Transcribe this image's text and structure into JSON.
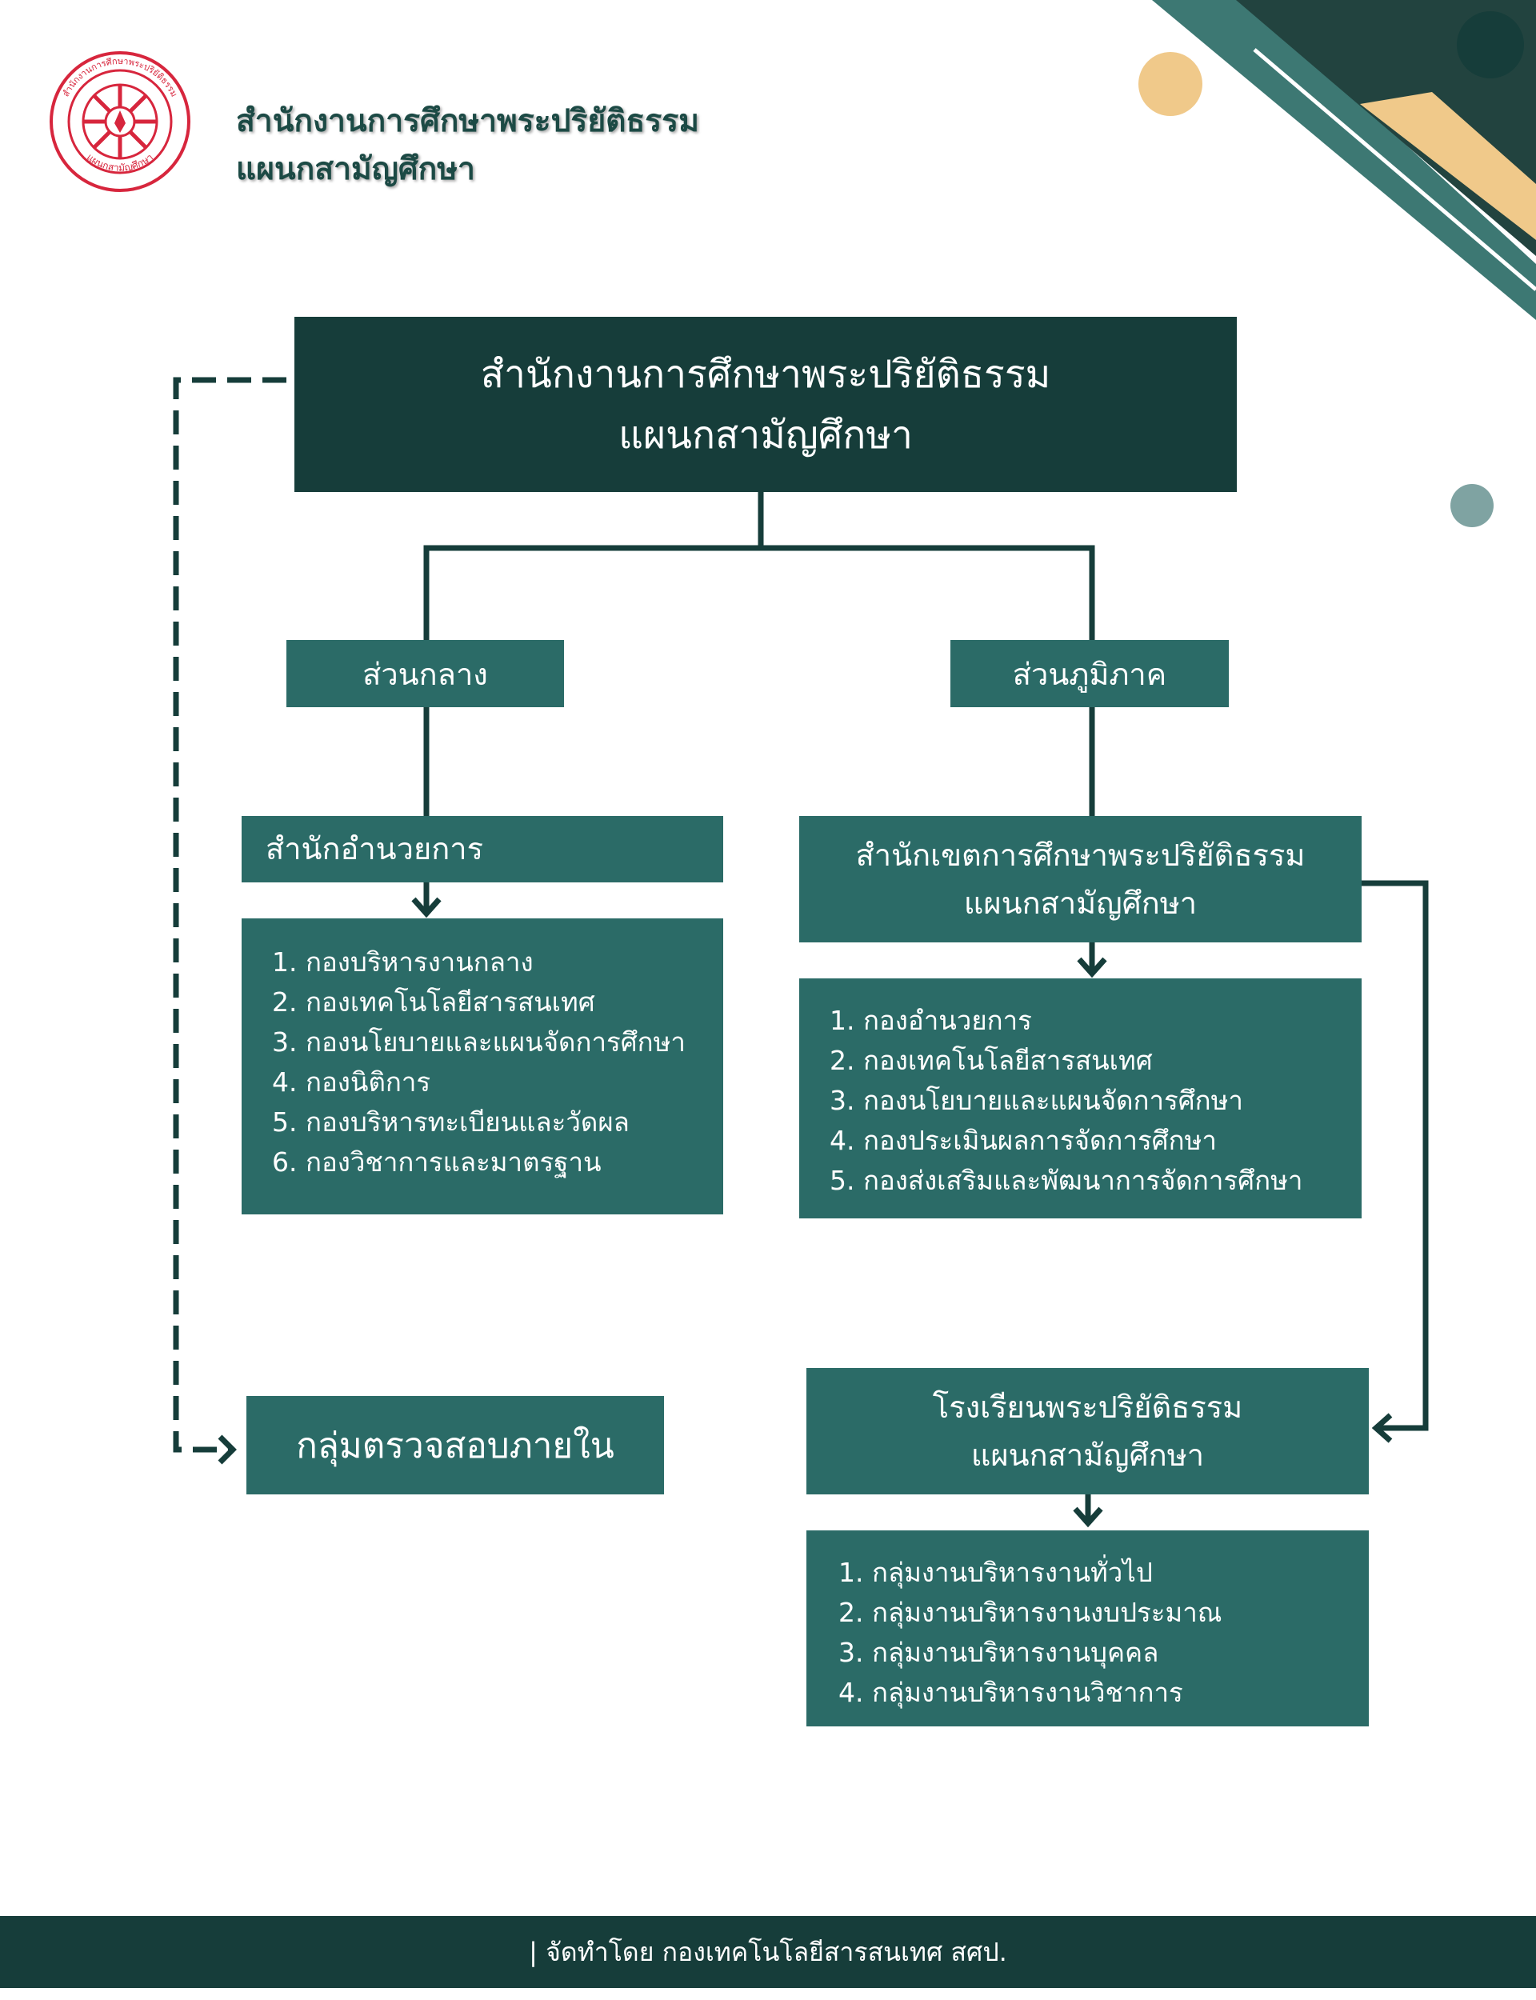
{
  "header": {
    "title_line1": "สำนักงานการศึกษาพระปริยัติธรรม",
    "title_line2": "แผนกสามัญศึกษา",
    "seal_top_text": "สำนักงานการศึกษาพระปริยัติธรรม",
    "seal_bottom_text": "แผนกสามัญศึกษา"
  },
  "org_chart": {
    "root": {
      "line1": "สำนักงานการศึกษาพระปริยัติธรรม",
      "line2": "แผนกสามัญศึกษา"
    },
    "central": {
      "label": "ส่วนกลาง",
      "office": "สำนักอำนวยการ",
      "divisions": [
        "1. กองบริหารงานกลาง",
        "2. กองเทคโนโลยีสารสนเทศ",
        "3. กองนโยบายและแผนจัดการศึกษา",
        "4. กองนิติการ",
        "5. กองบริหารทะเบียนและวัดผล",
        "6. กองวิชาการและมาตรฐาน"
      ]
    },
    "regional": {
      "label": "ส่วนภูมิภาค",
      "office_line1": "สำนักเขตการศึกษาพระปริยัติธรรม",
      "office_line2": "แผนกสามัญศึกษา",
      "divisions": [
        "1. กองอำนวยการ",
        "2. กองเทคโนโลยีสารสนเทศ",
        "3. กองนโยบายและแผนจัดการศึกษา",
        "4. กองประเมินผลการจัดการศึกษา",
        "5. กองส่งเสริมและพัฒนาการจัดการศึกษา"
      ]
    },
    "school": {
      "line1": "โรงเรียนพระปริยัติธรรม",
      "line2": "แผนกสามัญศึกษา",
      "groups": [
        "1. กลุ่มงานบริหารงานทั่วไป",
        "2. กลุ่มงานบริหารงานงบประมาณ",
        "3. กลุ่มงานบริหารงานบุคคล",
        "4. กลุ่มงานบริหารงานวิชาการ"
      ]
    },
    "audit": {
      "label": "กลุ่มตรวจสอบภายใน"
    }
  },
  "footer": {
    "text": "| จัดทำโดย กองเทคโนโลยีสารสนเทศ สศป."
  },
  "colors": {
    "dark_green": "#163d3a",
    "teal": "#2b6b67",
    "accent_tan": "#f0c98a",
    "seal_red": "#d7263d"
  }
}
